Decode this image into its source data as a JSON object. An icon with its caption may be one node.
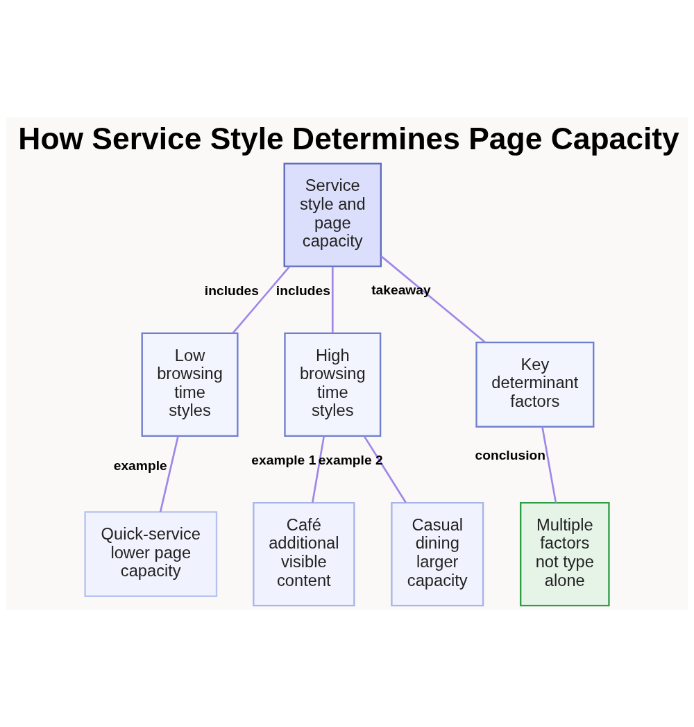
{
  "diagram": {
    "title": "How Service Style Determines Page Capacity",
    "nodes": [
      {
        "text": [
          "Service style and page capacity"
        ]
      },
      {
        "text": [
          "Low browsing time styles"
        ]
      },
      {
        "text": [
          "High browsing time styles"
        ]
      },
      {
        "text": [
          "Key determinant factors"
        ]
      },
      {
        "text": [
          "Quick-service lower page capacity"
        ]
      },
      {
        "text": [
          "Café additional visible content"
        ]
      },
      {
        "text": [
          "Casual dining larger capacity"
        ]
      },
      {
        "text": [
          "Multiple factors not type alone"
        ]
      }
    ],
    "edges": [
      {
        "from": 0,
        "to": 1,
        "arrow": "none",
        "label": "includes"
      },
      {
        "from": 0,
        "to": 2,
        "arrow": "none",
        "label": "includes"
      },
      {
        "from": 0,
        "to": 3,
        "arrow": "none",
        "label": "takeaway"
      },
      {
        "from": 1,
        "to": 4,
        "arrow": "none",
        "label": "example"
      },
      {
        "from": 2,
        "to": 5,
        "arrow": "none",
        "label": "example 1"
      },
      {
        "from": 2,
        "to": 6,
        "arrow": "none",
        "label": "example 2"
      },
      {
        "from": 3,
        "to": 7,
        "arrow": "none",
        "label": "conclusion"
      }
    ]
  }
}
